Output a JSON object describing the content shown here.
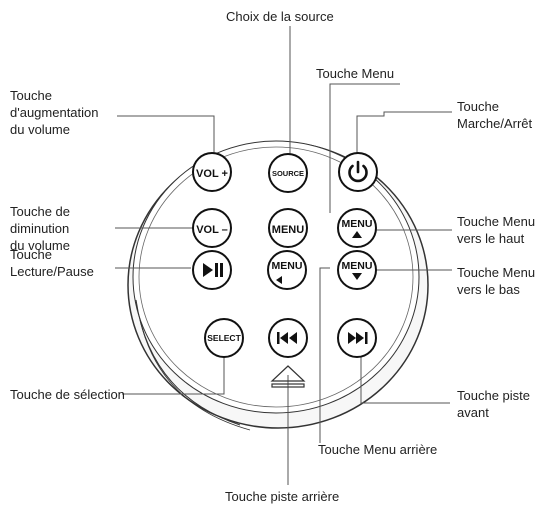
{
  "labels": {
    "source": "Choix de la source",
    "menu": "Touche Menu",
    "vol_up": "Touche\nd'augmentation\ndu volume",
    "power": "Touche\nMarche/Arrêt",
    "vol_down": "Touche de\ndiminution\ndu volume",
    "menu_up": "Touche Menu\nvers le haut",
    "play_pause": "Touche\nLecture/Pause",
    "menu_down": "Touche Menu\nvers le bas",
    "select": "Touche de sélection",
    "next": "Touche piste\navant",
    "menu_back": "Touche Menu arrière",
    "prev": "Touche piste arrière"
  },
  "buttons": {
    "vol_up": "VOL +",
    "source": "SOURCE",
    "vol_down": "VOL –",
    "menu": "MENU",
    "menu_up": "MENU",
    "menu_left": "MENU",
    "menu_down": "MENU",
    "select": "SELECT"
  },
  "icons": {
    "power": "power-icon",
    "play_pause": "play-pause-icon",
    "prev": "skip-back-icon",
    "next": "skip-forward-icon",
    "eject": "eject-icon",
    "arrow_up": "triangle-up-icon",
    "arrow_left": "triangle-left-icon",
    "arrow_down": "triangle-down-icon"
  },
  "colors": {
    "ink": "#111111",
    "text": "#222222",
    "leader": "#555555"
  }
}
